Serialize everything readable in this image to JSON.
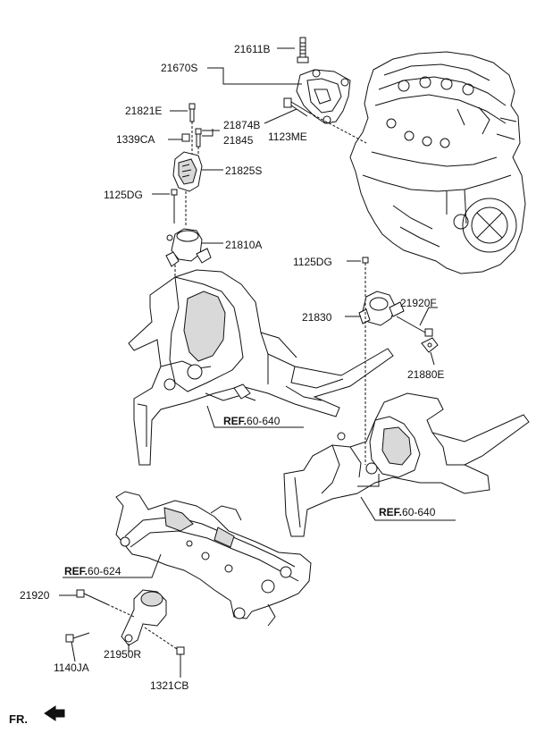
{
  "parts": {
    "p21611B": "21611B",
    "p21670S": "21670S",
    "p21821E": "21821E",
    "p21874B": "21874B",
    "p21845": "21845",
    "p1339CA": "1339CA",
    "p1123ME": "1123ME",
    "p21825S": "21825S",
    "p1125DG_a": "1125DG",
    "p21810A": "21810A",
    "p1125DG_b": "1125DG",
    "p21920F": "21920F",
    "p21830": "21830",
    "p21880E": "21880E",
    "p21920": "21920",
    "p1140JA": "1140JA",
    "p21950R": "21950R",
    "p1321CB": "1321CB"
  },
  "refs": {
    "ref1_bold": "REF.",
    "ref1_num": "60-640",
    "ref2_bold": "REF.",
    "ref2_num": "60-640",
    "ref3_bold": "REF.",
    "ref3_num": "60-624"
  },
  "direction": {
    "label": "FR."
  },
  "colors": {
    "line": "#111111",
    "fill": "#ffffff",
    "shade": "#d9d9d9"
  }
}
